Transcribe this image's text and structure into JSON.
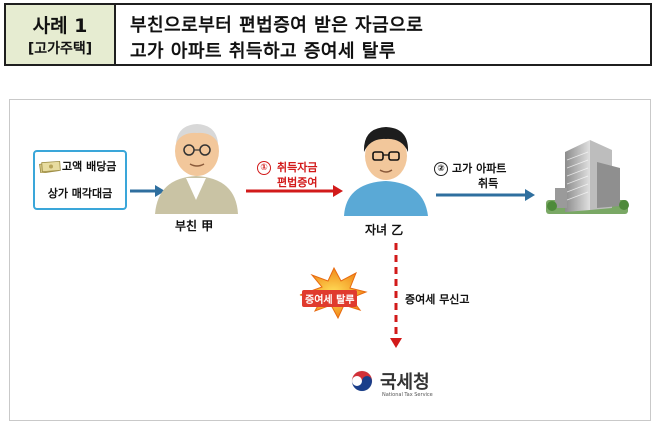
{
  "header": {
    "case_title": "사례 1",
    "case_tag": "[고가주택]",
    "headline_line1": "부친으로부터 편법증여 받은 자금으로",
    "headline_line2": "고가 아파트 취득하고 증여세 탈루"
  },
  "diagram": {
    "assets": {
      "line1": "고액 배당금",
      "line2": "상가 매각대금",
      "icon": "money-bills-icon"
    },
    "father": {
      "label": "부친 甲",
      "icon": "elderly-man-icon"
    },
    "step1": {
      "number": "①",
      "line1": "취득자금",
      "line2": "편법증여",
      "color": "#d21a1a"
    },
    "child": {
      "label": "자녀 乙",
      "icon": "young-man-icon"
    },
    "step2": {
      "number": "②",
      "line1": "고가 아파트",
      "line2": "취득"
    },
    "apartment": {
      "icon": "apartment-building-icon"
    },
    "evasion": {
      "label": "증여세 탈루"
    },
    "unreported": {
      "label": "증여세 무신고"
    },
    "nts": {
      "name": "국세청",
      "sub": "National Tax Service"
    },
    "colors": {
      "accent_blue": "#2f6f9f",
      "accent_red": "#d21a1a",
      "header_bg": "#e6ecd1"
    }
  }
}
